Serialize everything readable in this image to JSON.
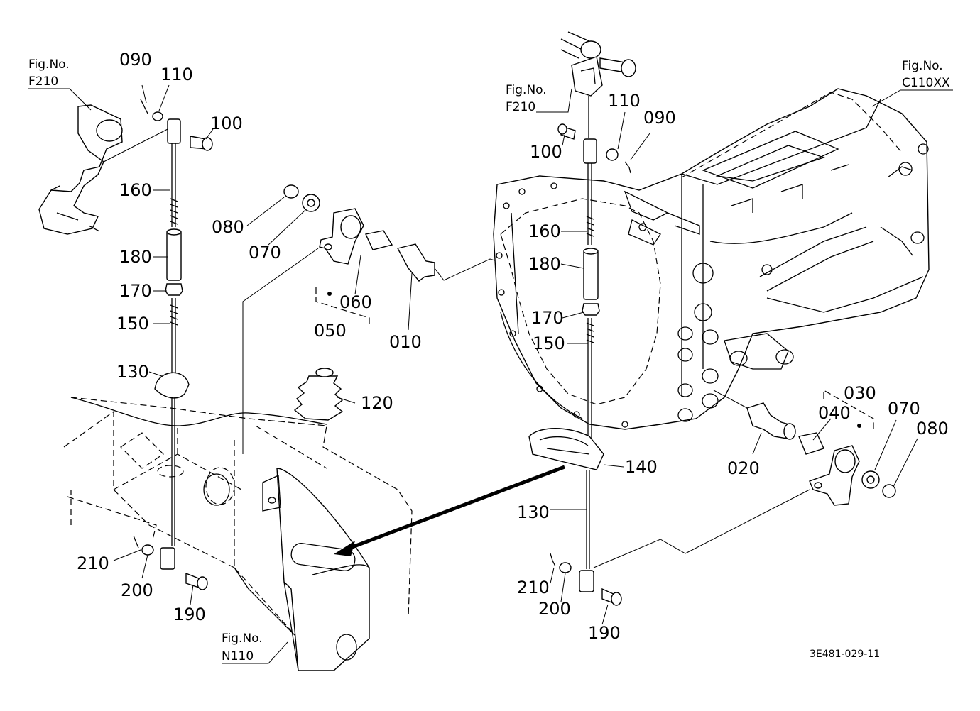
{
  "callouts": [
    {
      "id": "l090",
      "text": "090"
    },
    {
      "id": "l110",
      "text": "110"
    },
    {
      "id": "l100",
      "text": "100"
    },
    {
      "id": "l160",
      "text": "160"
    },
    {
      "id": "l180",
      "text": "180"
    },
    {
      "id": "l170",
      "text": "170"
    },
    {
      "id": "l150",
      "text": "150"
    },
    {
      "id": "l130",
      "text": "130"
    },
    {
      "id": "l210",
      "text": "210"
    },
    {
      "id": "l200",
      "text": "200"
    },
    {
      "id": "l190",
      "text": "190"
    },
    {
      "id": "l080",
      "text": "080"
    },
    {
      "id": "l070",
      "text": "070"
    },
    {
      "id": "l060",
      "text": "060"
    },
    {
      "id": "l050",
      "text": "050"
    },
    {
      "id": "l010",
      "text": "010"
    },
    {
      "id": "l120",
      "text": "120"
    },
    {
      "id": "r110",
      "text": "110"
    },
    {
      "id": "r090",
      "text": "090"
    },
    {
      "id": "r100",
      "text": "100"
    },
    {
      "id": "r160",
      "text": "160"
    },
    {
      "id": "r180",
      "text": "180"
    },
    {
      "id": "r170",
      "text": "170"
    },
    {
      "id": "r150",
      "text": "150"
    },
    {
      "id": "r140",
      "text": "140"
    },
    {
      "id": "r130",
      "text": "130"
    },
    {
      "id": "r210",
      "text": "210"
    },
    {
      "id": "r200",
      "text": "200"
    },
    {
      "id": "r190",
      "text": "190"
    },
    {
      "id": "r030",
      "text": "030"
    },
    {
      "id": "r040",
      "text": "040"
    },
    {
      "id": "r070",
      "text": "070"
    },
    {
      "id": "r080",
      "text": "080"
    },
    {
      "id": "r020",
      "text": "020"
    }
  ],
  "figure_refs": [
    {
      "id": "f1",
      "title": "Fig.No.",
      "number": "F210"
    },
    {
      "id": "f2",
      "title": "Fig.No.",
      "number": "F210"
    },
    {
      "id": "f3",
      "title": "Fig.No.",
      "number": "C110XX"
    },
    {
      "id": "f4",
      "title": "Fig.No.",
      "number": "N110"
    }
  ],
  "drawing_code": "3E481-029-11"
}
